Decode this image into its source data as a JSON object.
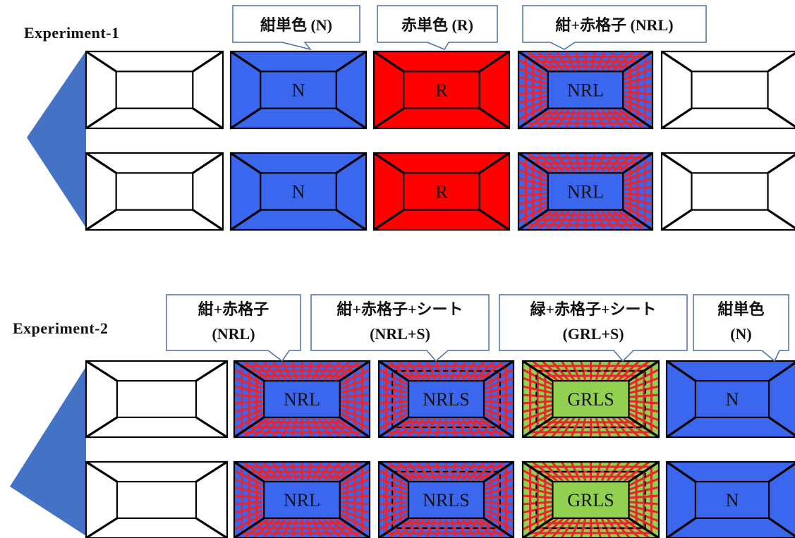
{
  "experiment_1": {
    "title": "Experiment-1",
    "callouts": [
      {
        "line1": "紺単色 (N)",
        "line2": ""
      },
      {
        "line1": "赤単色 (R)",
        "line2": ""
      },
      {
        "line1": "紺+赤格子 (NRL)",
        "line2": ""
      }
    ],
    "rows": [
      [
        "",
        "N",
        "R",
        "NRL",
        ""
      ],
      [
        "",
        "N",
        "R",
        "NRL",
        ""
      ]
    ],
    "panel_types": [
      "white",
      "navy",
      "red",
      "navy-red-grid",
      "white"
    ]
  },
  "experiment_2": {
    "title": "Experiment-2",
    "callouts": [
      {
        "line1": "紺+赤格子",
        "line2": "(NRL)"
      },
      {
        "line1": "紺+赤格子+シート",
        "line2": "(NRL+S)"
      },
      {
        "line1": "緑+赤格子+シート",
        "line2": "(GRL+S)"
      },
      {
        "line1": "紺単色",
        "line2": "(N)"
      }
    ],
    "rows": [
      [
        "",
        "NRL",
        "NRLS",
        "GRLS",
        "N"
      ],
      [
        "",
        "NRL",
        "NRLS",
        "GRLS",
        "N"
      ]
    ],
    "panel_types": [
      "white",
      "navy-red-grid",
      "navy-red-grid-sheet",
      "green-red-grid-sheet",
      "navy"
    ]
  },
  "colors": {
    "navy": "#3b66ee",
    "red": "#ff0000",
    "grid_red": "#e8242c",
    "green": "#92d050",
    "arrow": "#4472c4",
    "callout_border": "#4a6ea9"
  }
}
